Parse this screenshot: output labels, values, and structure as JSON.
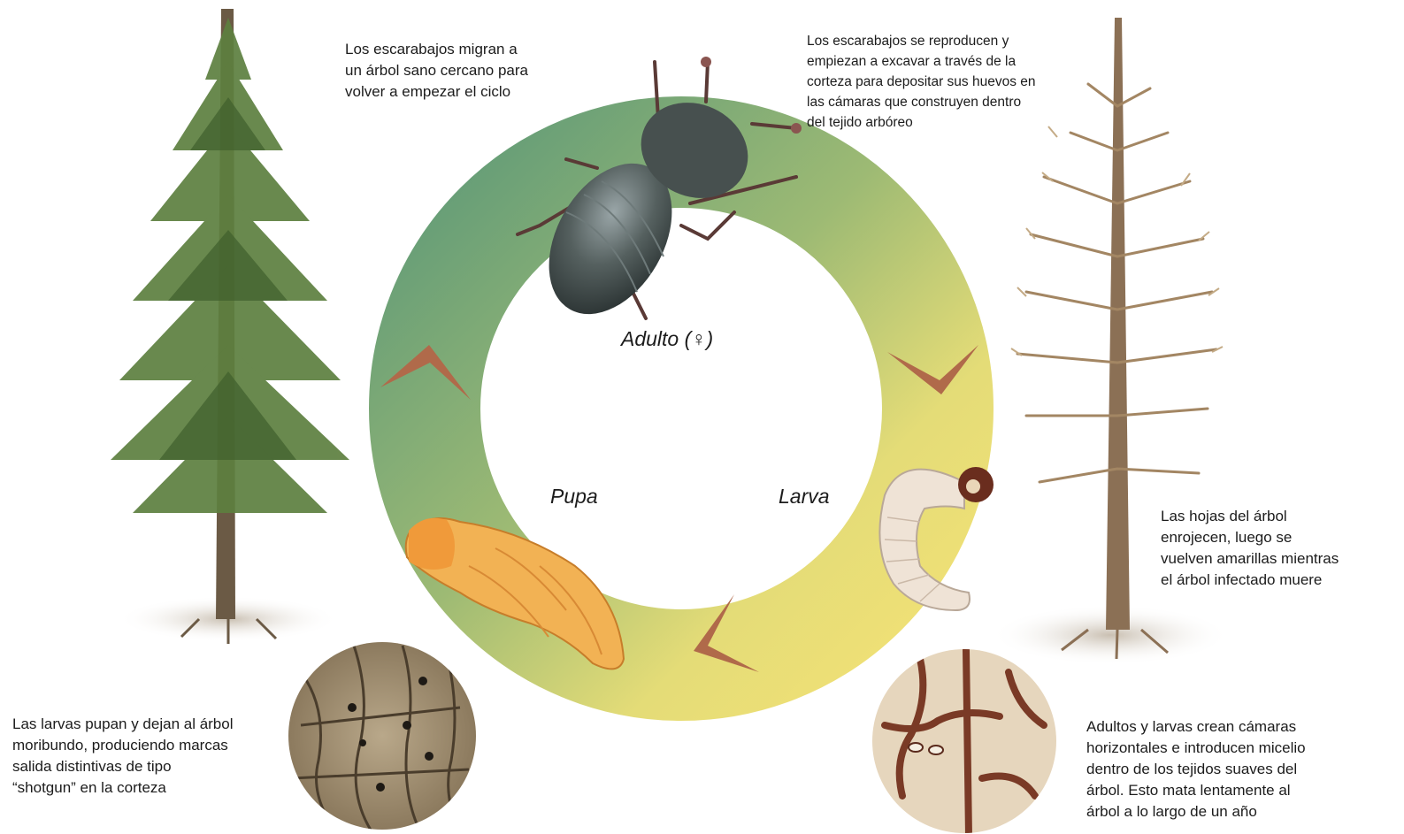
{
  "colors": {
    "ring_green": "#6fa47a",
    "ring_yellow": "#f0df74",
    "arrow": "#b06a4a",
    "beetle": "#4a5456",
    "larva": "#efe3d6",
    "pupa": "#f2b254",
    "healthy_tree": "#5b7c3e",
    "dead_tree": "#9b7f60"
  },
  "icons": [
    "healthy-pine-tree-illustration",
    "dead-pine-tree-illustration",
    "bark-beetle-illustration",
    "larva-illustration",
    "pupa-illustration",
    "bark-shotgun-holes-inset",
    "gallery-chambers-inset"
  ],
  "stages": {
    "adult": "Adulto (♀)",
    "larva": "Larva",
    "pupa": "Pupa"
  },
  "notes": {
    "migrate": "Los escarabajos migran a\nun árbol sano cercano para\nvolver a empezar el ciclo",
    "reproduce": "Los escarabajos se reproducen y\nempiezan a excavar a través de la\ncorteza para depositar sus huevos en\nlas cámaras que construyen dentro\ndel tejido arbóreo",
    "leaves": "Las hojas del árbol\nenrojecen, luego se\nvuelven amarillas mientras\nel árbol infectado muere",
    "pupate": "Las larvas pupan y dejan al árbol\nmoribundo, produciendo marcas\nsalida distintivas de tipo\n“shotgun” en la corteza",
    "chambers": "Adultos y larvas crean cámaras\nhorizontales e introducen micelio\ndentro de los tejidos suaves del\nárbol. Esto mata lentamente al\nárbol a lo largo de un año"
  }
}
